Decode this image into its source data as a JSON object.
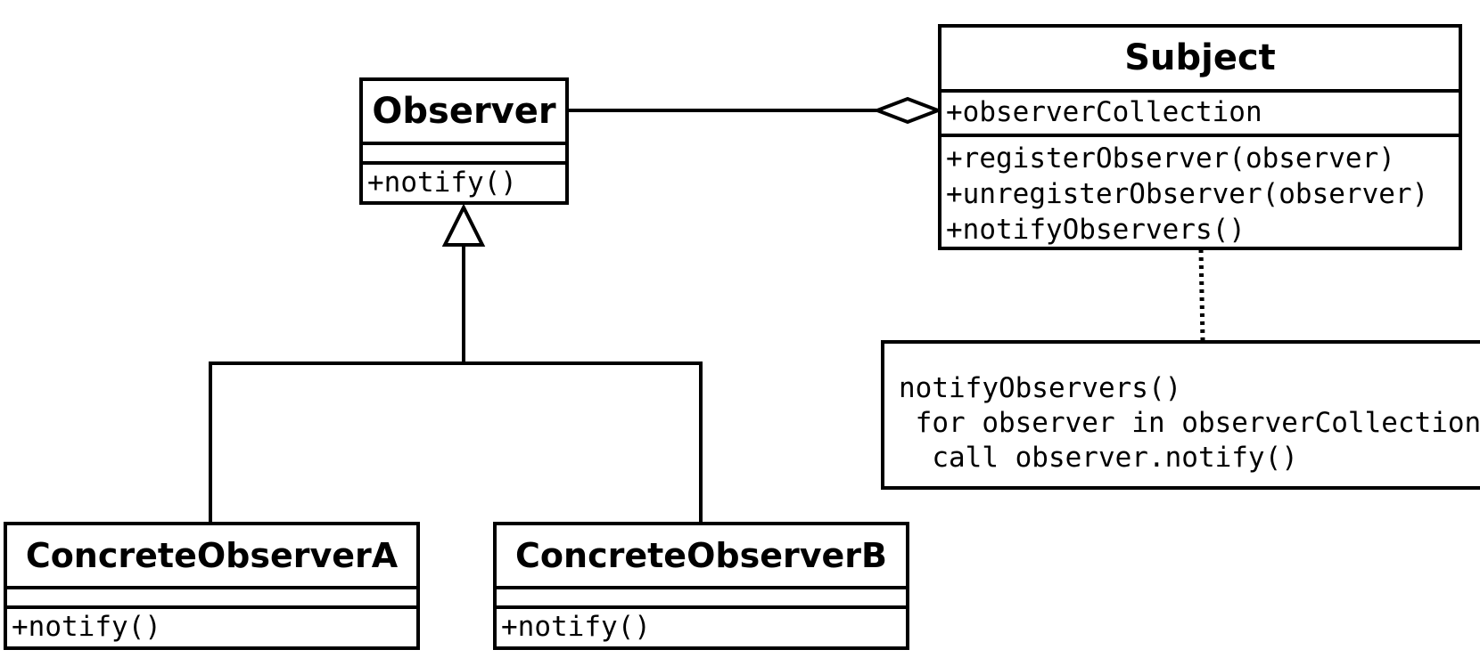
{
  "observer": {
    "name": "Observer",
    "methods": [
      "+notify()"
    ]
  },
  "subject": {
    "name": "Subject",
    "attributes": [
      "+observerCollection"
    ],
    "methods": [
      "+registerObserver(observer)",
      "+unregisterObserver(observer)",
      "+notifyObservers()"
    ]
  },
  "concrete_a": {
    "name": "ConcreteObserverA",
    "methods": [
      "+notify()"
    ]
  },
  "concrete_b": {
    "name": "ConcreteObserverB",
    "methods": [
      "+notify()"
    ]
  },
  "note": {
    "lines": [
      "notifyObservers()",
      " for observer in observerCollection",
      "  call observer.notify()"
    ]
  }
}
